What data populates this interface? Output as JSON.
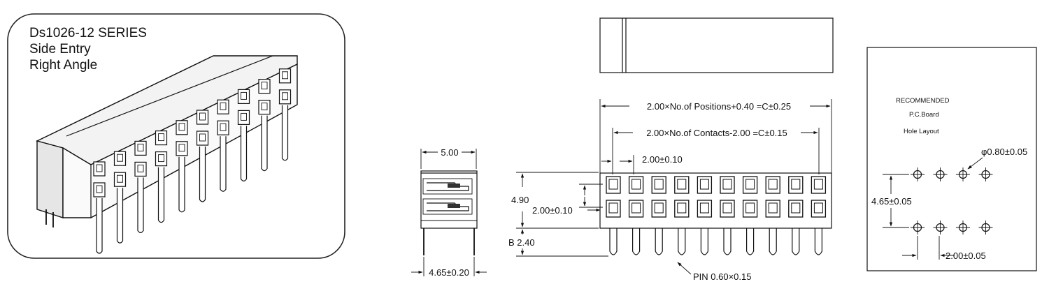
{
  "panel": {
    "title_line1": "Ds1026-12 SERIES",
    "title_line2": "Side Entry",
    "title_line3": "Right Angle"
  },
  "side_view": {
    "width_top": "5.00",
    "width_bottom": "4.65±0.20"
  },
  "front_view": {
    "overall_length": "2.00×No.of Positions+0.40 =C±0.25",
    "contacts_length": "2.00×No.of Contacts-2.00 =C±0.15",
    "pitch": "2.00±0.10",
    "height": "4.90",
    "row_pitch": "2.00±0.10",
    "pin_length": "B 2.40",
    "pin_size": "PIN 0.60×0.15"
  },
  "pcb_layout": {
    "heading": "RECOMMENDED",
    "subheading": "P.C.Board",
    "caption": "Hole Layout",
    "hole_diameter": "φ0.80±0.05",
    "row_spacing": "4.65±0.05",
    "hole_pitch": "2.00±0.05"
  }
}
